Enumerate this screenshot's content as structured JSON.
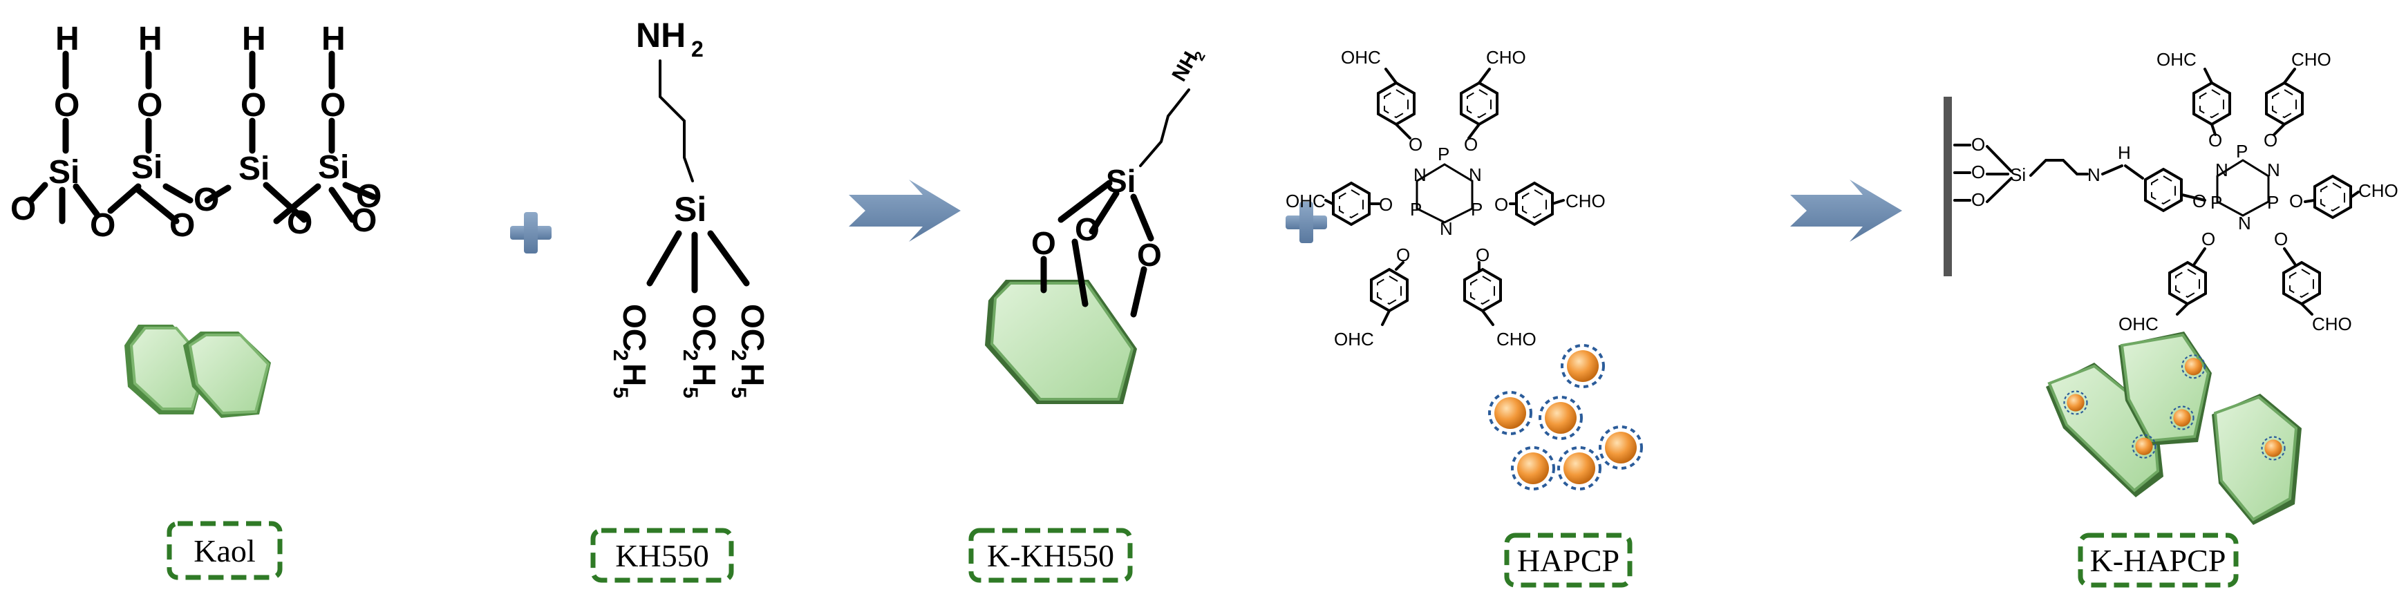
{
  "colors": {
    "plate": "#bfe3b4",
    "plate_edge": "#4e8a42",
    "arrow": "#6f8db0",
    "plus": "#6f8db0",
    "box": "#2f7a26",
    "sphere": "#f39a3c",
    "sphere_ring": "#2b5c9a"
  },
  "kaol": {
    "H": "H",
    "O": "O",
    "Si": "Si",
    "label": "Kaol"
  },
  "kh550": {
    "amine": "NH",
    "sub2": "2",
    "Si": "Si",
    "OC": "OC",
    "sub_2": "2",
    "H": "H",
    "sub_5": "5",
    "label": "KH550"
  },
  "kkh550": {
    "Si": "Si",
    "O": "O",
    "amine": "NH",
    "sub2": "2",
    "label": "K-KH550"
  },
  "hapcp": {
    "OHC": "OHC",
    "CHO": "CHO",
    "O": "O",
    "P": "P",
    "N": "N",
    "label": "HAPCP"
  },
  "khapcp": {
    "O": "O",
    "Si": "Si",
    "imine_N": "N",
    "imine_H": "H",
    "OHC": "OHC",
    "CHO": "CHO",
    "P": "P",
    "N": "N",
    "label": "K-HAPCP"
  },
  "operators": {
    "plus_1": "plus-icon",
    "plus_2": "plus-icon",
    "arrow_1": "right-arrow-icon",
    "arrow_2": "right-arrow-icon"
  }
}
